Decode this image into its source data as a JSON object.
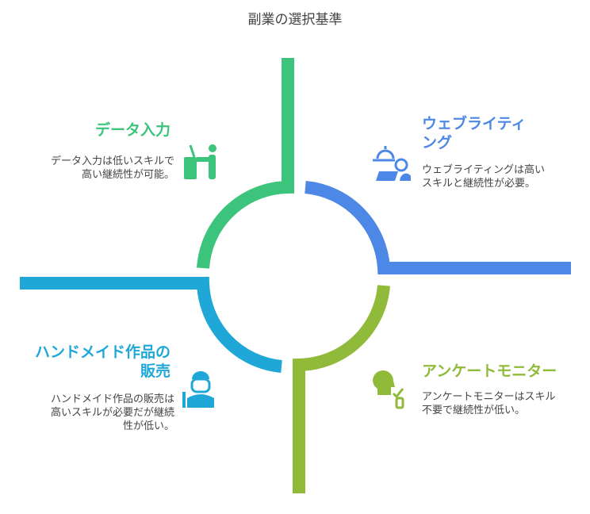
{
  "title": "副業の選択基準",
  "colors": {
    "green": "#3cc47c",
    "blue": "#4e88e6",
    "olive": "#8fba3a",
    "cyan": "#1fa7d8"
  },
  "items": [
    {
      "heading": "データ入力",
      "desc": "データ入力は低いスキルで高い継続性が可能。",
      "icon": "desk-worker-icon"
    },
    {
      "heading": "ウェブライティング",
      "desc": "ウェブライティングは高いスキルと継続性が必要。",
      "icon": "laptop-sun-icon"
    },
    {
      "heading": "ハンドメイド作品の販売",
      "desc": "ハンドメイド作品の販売は高いスキルが必要だが継続性が低い。",
      "icon": "craftsman-icon"
    },
    {
      "heading": "アンケートモニター",
      "desc": "アンケートモニターはスキル不要で継続性が低い。",
      "icon": "survey-person-icon"
    }
  ]
}
